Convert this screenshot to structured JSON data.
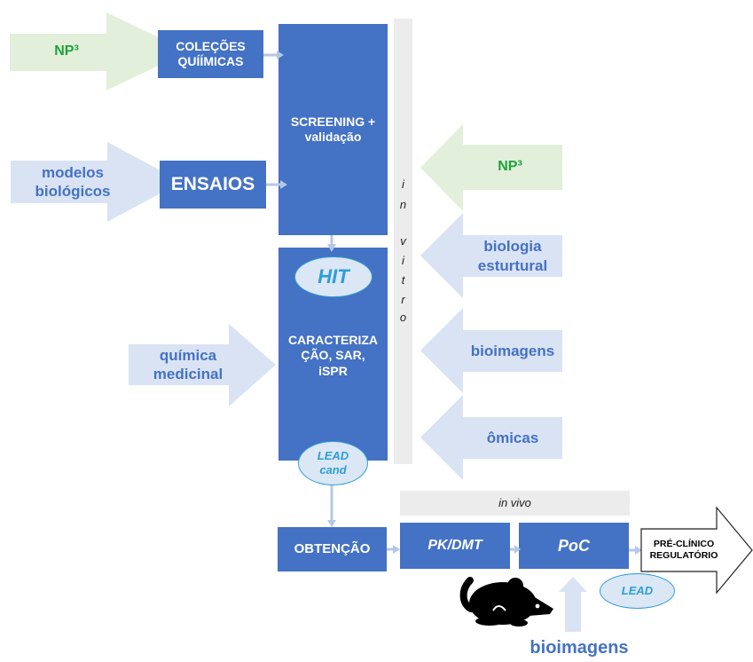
{
  "diagram": {
    "np3_top": "NP³",
    "np3_right": "NP³",
    "colecoes": [
      "COLEÇÕES",
      "QUÍÍMICAS"
    ],
    "screening": [
      "SCREENING +",
      "validação"
    ],
    "modelos": [
      "modelos",
      "biológicos"
    ],
    "ensaios": "ENSAIOS",
    "hit": "HIT",
    "caracterizacao": [
      "CARACTERIZA",
      "ÇÃO, SAR,",
      "iSPR"
    ],
    "quimica": [
      "química",
      "medicinal"
    ],
    "biologia": [
      "biologia",
      "esturtural"
    ],
    "bioimagens_right": "bioimagens",
    "omicas": "ômicas",
    "lead_cand": [
      "LEAD",
      "cand"
    ],
    "in_vitro_letters": [
      "i",
      "n",
      "v",
      "i",
      "t",
      "r",
      "o"
    ],
    "in_vivo": "in vivo",
    "obtencao": "OBTENÇÃO",
    "pk": "PK/DMT",
    "poc": "PoC",
    "preclinico": [
      "PRÉ-CLÍNICO",
      "REGULATÓRIO"
    ],
    "lead": "LEAD",
    "bioimagens_bottom": "bioimagens",
    "rat_icon": "rat-silhouette-icon",
    "colors": {
      "primary_box": "#4472c4",
      "pale_blue_arrow": "#dae3f3",
      "pale_green_arrow": "#e2efda",
      "green_text": "#1fa33b",
      "in_vitro_bar": "#ececec",
      "ellipse_border": "#2e9dd8"
    }
  }
}
